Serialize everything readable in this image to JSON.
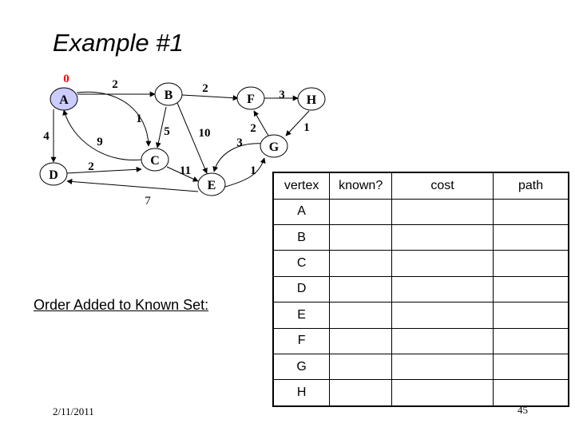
{
  "title": "Example #1",
  "graph": {
    "start_distance": "0",
    "nodes": [
      "A",
      "B",
      "C",
      "D",
      "E",
      "F",
      "G",
      "H"
    ],
    "edges": [
      {
        "from": "A",
        "to": "B",
        "weight": "2"
      },
      {
        "from": "A",
        "to": "C",
        "weight": "1"
      },
      {
        "from": "A",
        "to": "D",
        "weight": "4"
      },
      {
        "from": "C",
        "to": "A",
        "weight": "9"
      },
      {
        "from": "B",
        "to": "C",
        "weight": "5"
      },
      {
        "from": "B",
        "to": "E",
        "weight": "10"
      },
      {
        "from": "B",
        "to": "F",
        "weight": "2"
      },
      {
        "from": "D",
        "to": "C",
        "weight": "2"
      },
      {
        "from": "C",
        "to": "E",
        "weight": "11"
      },
      {
        "from": "E",
        "to": "D",
        "weight": "7"
      },
      {
        "from": "E",
        "to": "G",
        "weight": "1"
      },
      {
        "from": "G",
        "to": "E",
        "weight": "3"
      },
      {
        "from": "G",
        "to": "F",
        "weight": "2"
      },
      {
        "from": "F",
        "to": "H",
        "weight": "3"
      },
      {
        "from": "H",
        "to": "G",
        "weight": "1"
      }
    ]
  },
  "order_label": "Order Added to Known Set:",
  "table": {
    "headers": [
      "vertex",
      "known?",
      "cost",
      "path"
    ],
    "rows": [
      "A",
      "B",
      "C",
      "D",
      "E",
      "F",
      "G",
      "H"
    ]
  },
  "footer": {
    "date": "2/11/2011",
    "page": "45"
  }
}
